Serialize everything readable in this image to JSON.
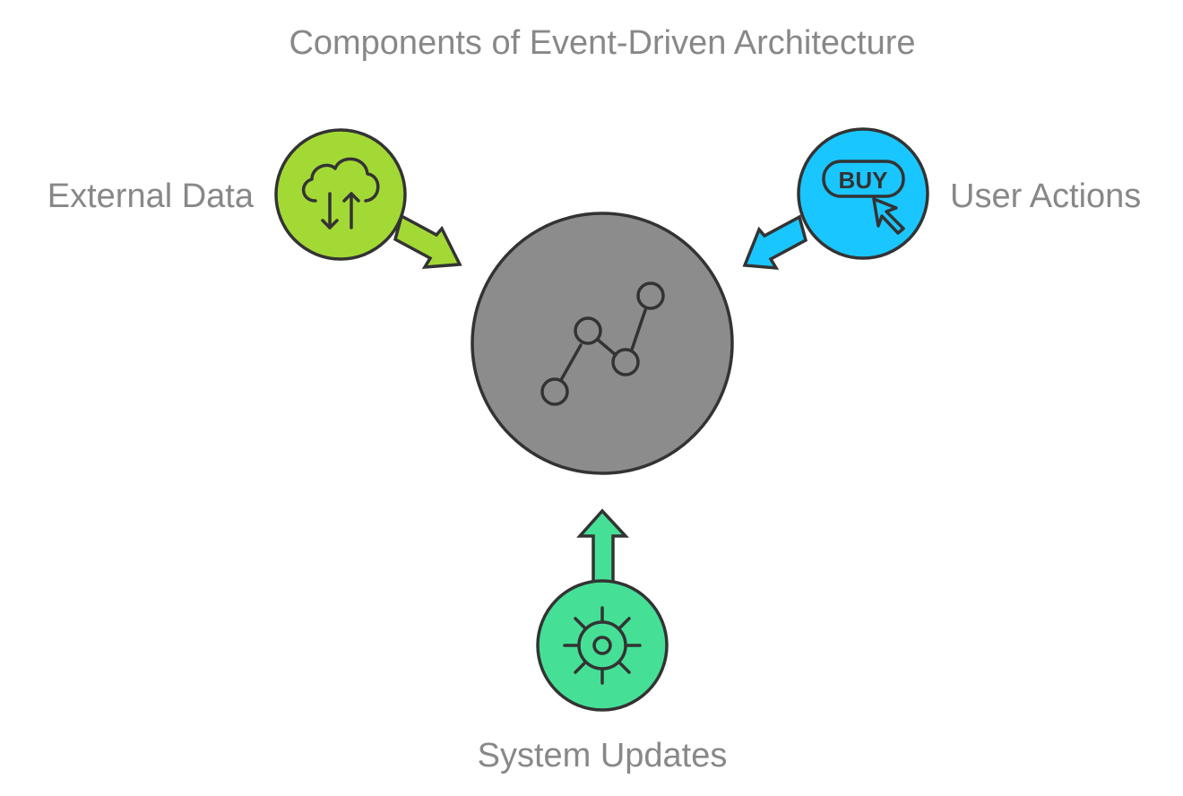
{
  "title": "Components of Event-Driven Architecture",
  "center": {
    "icon": "event-stream-icon",
    "color": "#8c8c8c"
  },
  "inputs": [
    {
      "label": "External Data",
      "icon": "cloud-sync-icon",
      "color": "#a3d935"
    },
    {
      "label": "User Actions",
      "icon": "buy-button-click-icon",
      "color": "#1ac6ff",
      "icon_text": "BUY"
    },
    {
      "label": "System Updates",
      "icon": "gear-icon",
      "color": "#45e096"
    }
  ]
}
